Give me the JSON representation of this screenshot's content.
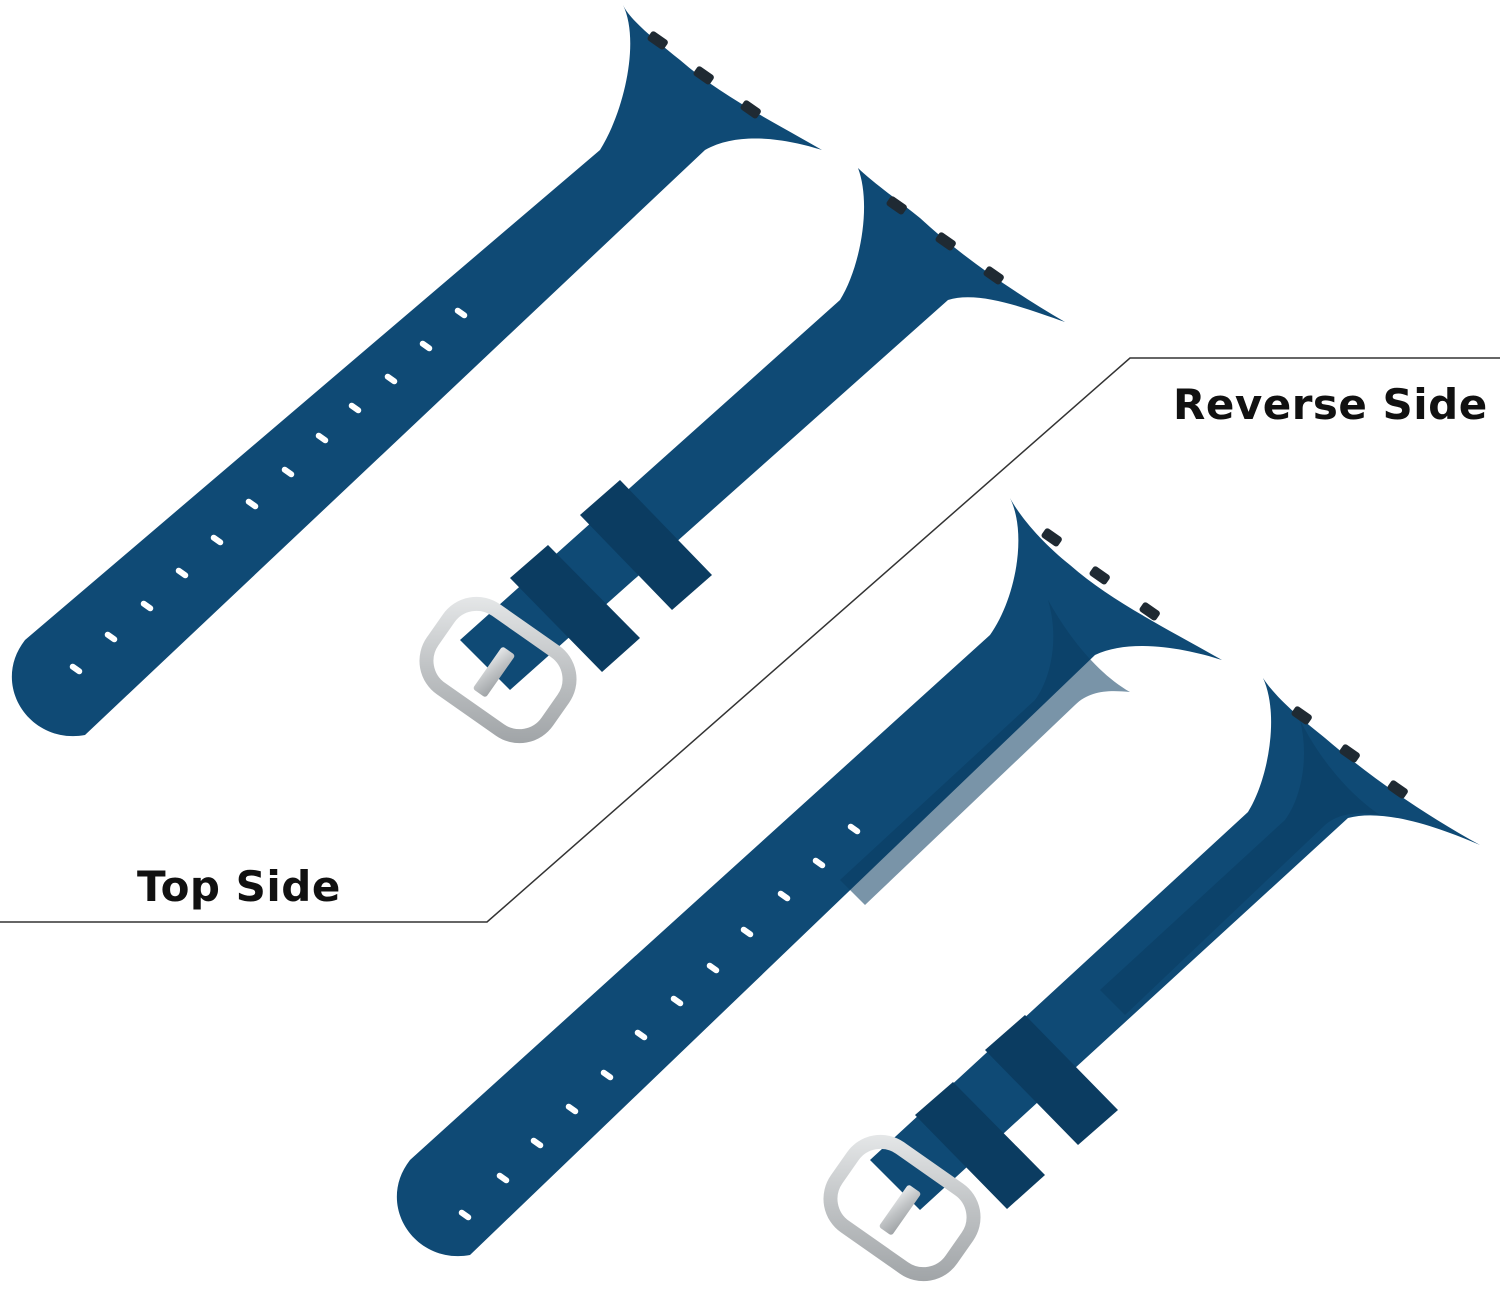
{
  "labels": {
    "top_side": "Top Side",
    "reverse_side": "Reverse Side"
  },
  "colors": {
    "band": "#0f4a75",
    "band_shadow": "#0b3c61",
    "hole": "#ffffff",
    "connector": "#1f2a33",
    "buckle": "#c8cbcd",
    "divider": "#333333",
    "background": "#ffffff"
  },
  "icons": {
    "band": "watch-band",
    "buckle": "buckle",
    "connector": "lug-connector"
  }
}
